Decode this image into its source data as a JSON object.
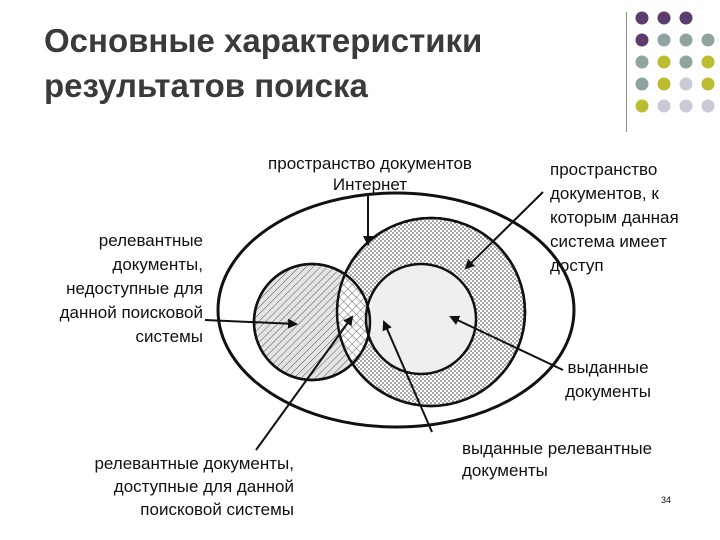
{
  "slide": {
    "title_lines": [
      "Основные характеристики",
      "результатов поиска"
    ],
    "page_number": "34"
  },
  "labels": {
    "internet_space": [
      "пространство документов",
      "Интернет"
    ],
    "accessible_space": [
      "пространство",
      "документов, к",
      "которым данная",
      "система имеет",
      "доступ"
    ],
    "relevant_unavailable": [
      "релевантные",
      "документы,",
      "недоступные для",
      "данной поисковой",
      "системы"
    ],
    "retrieved": [
      "выданные",
      "документы"
    ],
    "relevant_available": [
      "релевантные документы,",
      "доступные для данной",
      "поисковой системы"
    ],
    "retrieved_relevant": [
      "выданные релевантные",
      "документы"
    ]
  },
  "colors": {
    "dot_purple": "#5c3d6e",
    "dot_gray": "#8fa3a0",
    "dot_olive": "#bcbc30",
    "dot_light": "#c9cad6"
  },
  "icons": {
    "corner_grid": "dot-grid-icon"
  }
}
